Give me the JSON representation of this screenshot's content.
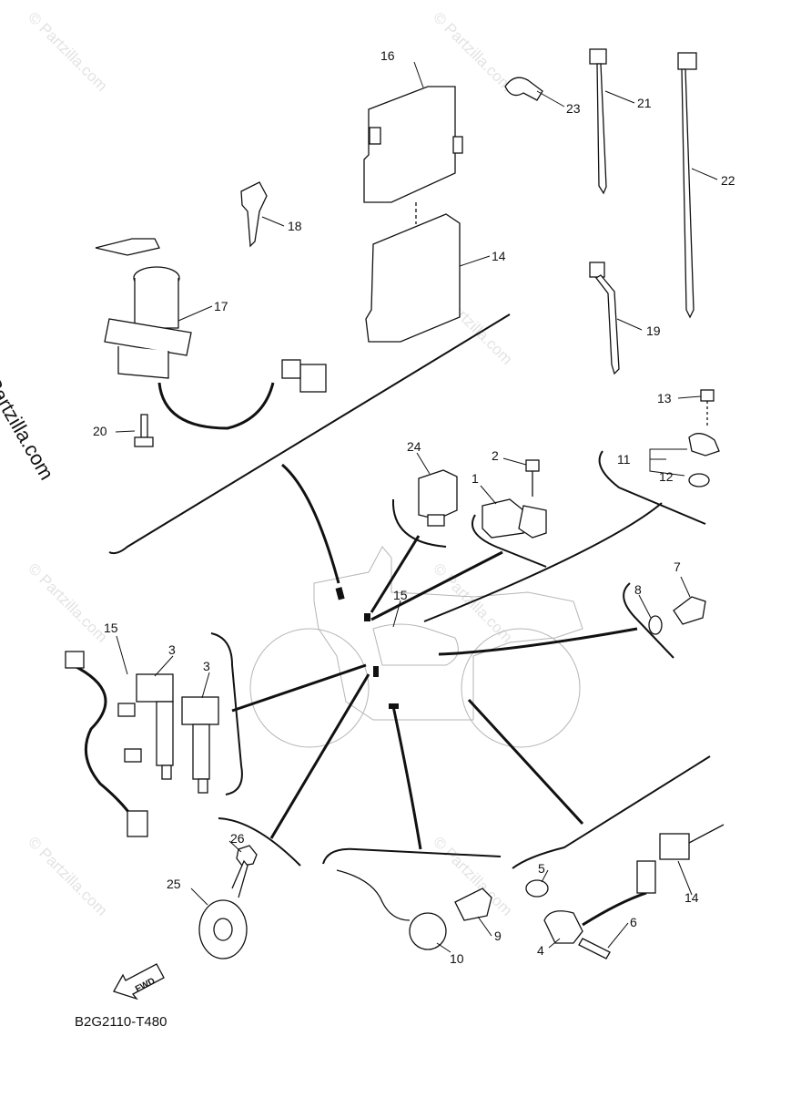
{
  "watermark": "© Partzilla.com",
  "diagram_code": "B2G2110-T480",
  "fwd_label": "FWD",
  "callouts": {
    "c1": "1",
    "c2": "2",
    "c3a": "3",
    "c3b": "3",
    "c4": "4",
    "c5": "5",
    "c6": "6",
    "c7": "7",
    "c8": "8",
    "c9": "9",
    "c10": "10",
    "c11": "11",
    "c12": "12",
    "c13": "13",
    "c14a": "14",
    "c14b": "14",
    "c15a": "15",
    "c15b": "15",
    "c16": "16",
    "c17": "17",
    "c18": "18",
    "c19": "19",
    "c20": "20",
    "c21": "21",
    "c22": "22",
    "c23": "23",
    "c24": "24",
    "c25": "25",
    "c26": "26"
  },
  "colors": {
    "line": "#111111",
    "watermark": "#e3e3e3",
    "bike_outline": "#b5b5b5"
  }
}
